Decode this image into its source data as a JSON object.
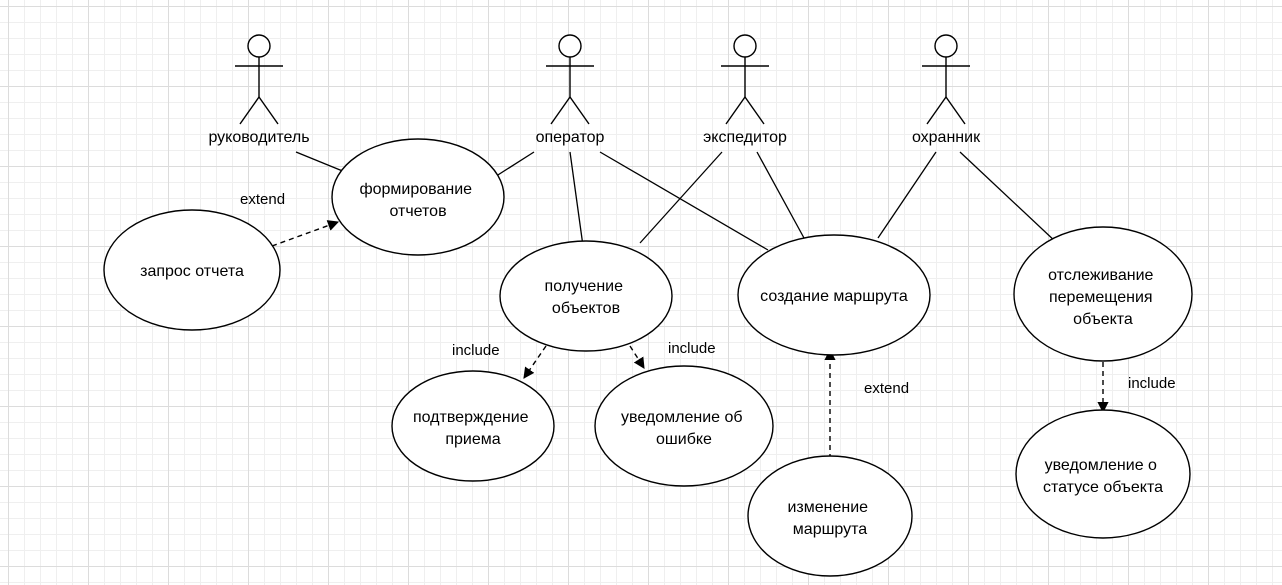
{
  "actors": {
    "manager": "руководитель",
    "operator": "оператор",
    "forwarder": "экспедитор",
    "guard": "охранник"
  },
  "use_cases": {
    "reports": [
      "формирование",
      "отчетов"
    ],
    "report_request": [
      "запрос отчета"
    ],
    "receive_objects": [
      "получение",
      "объектов"
    ],
    "create_route": [
      "создание маршрута"
    ],
    "track_movement": [
      "отслеживание",
      "перемещения",
      "объекта"
    ],
    "confirm_receipt": [
      "подтверждение",
      "приема"
    ],
    "error_notify": [
      "уведомление об",
      "ошибке"
    ],
    "change_route": [
      "изменение",
      "маршрута"
    ],
    "status_notify": [
      "уведомление о",
      "статусе объекта"
    ]
  },
  "relations": {
    "extend_reports": "extend",
    "include_confirm": "include",
    "include_error": "include",
    "extend_route": "extend",
    "include_status": "include"
  }
}
